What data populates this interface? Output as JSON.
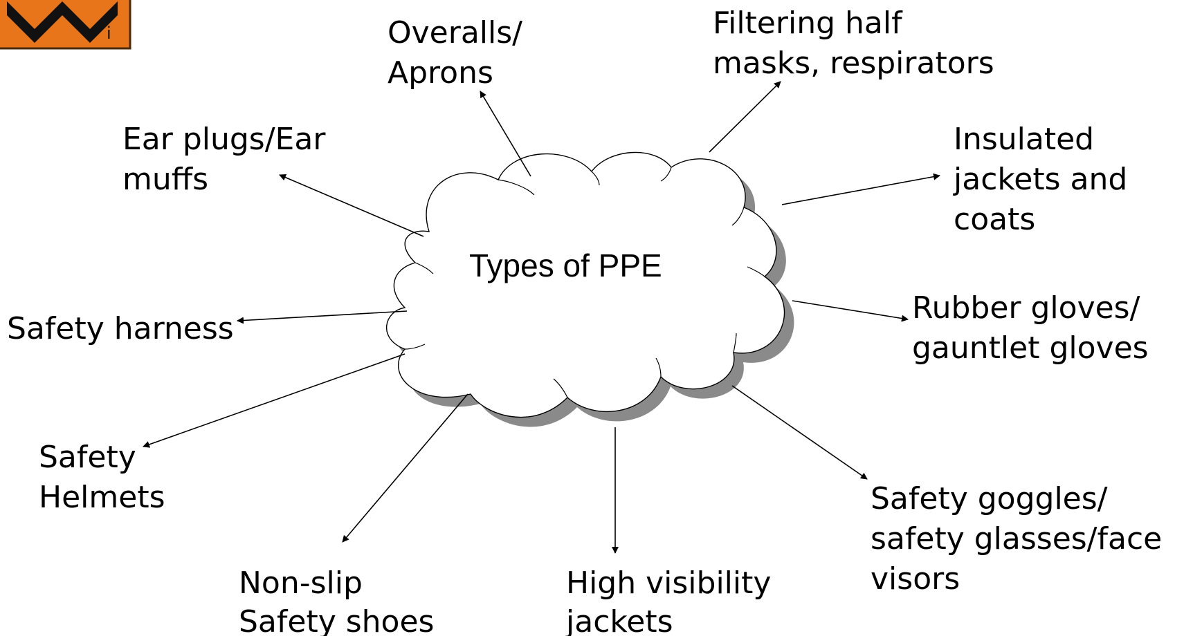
{
  "diagram": {
    "center": "Types of PPE",
    "items": [
      {
        "key": "overalls",
        "lines": [
          "Overalls/",
          "Aprons"
        ]
      },
      {
        "key": "masks",
        "lines": [
          "Filtering half",
          "masks, respirators"
        ]
      },
      {
        "key": "ear",
        "lines": [
          "Ear plugs/Ear",
          "muffs"
        ]
      },
      {
        "key": "insulated",
        "lines": [
          "Insulated",
          "jackets and",
          "coats"
        ]
      },
      {
        "key": "harness",
        "lines": [
          "Safety harness"
        ]
      },
      {
        "key": "gloves",
        "lines": [
          "Rubber gloves/",
          "gauntlet gloves"
        ]
      },
      {
        "key": "helmets",
        "lines": [
          "Safety",
          "Helmets"
        ]
      },
      {
        "key": "goggles",
        "lines": [
          "Safety goggles/",
          "safety glasses/face",
          "visors"
        ]
      },
      {
        "key": "shoes",
        "lines": [
          "Non-slip",
          "Safety shoes"
        ]
      },
      {
        "key": "hivis",
        "lines": [
          "High visibility",
          "jackets"
        ]
      }
    ]
  },
  "logo": {
    "description_icon": "hazard-warning-logo-icon",
    "color": "#e8751a"
  }
}
